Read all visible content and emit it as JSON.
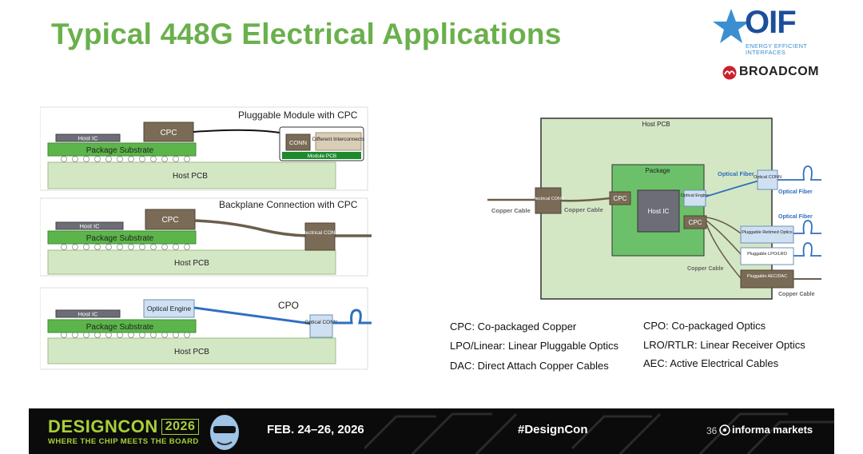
{
  "slide": {
    "title": "Typical 448G Electrical Applications",
    "logos": {
      "oif": "OIF",
      "oif_sub": "ENERGY EFFICIENT INTERFACES",
      "broadcom": "BROADCOM"
    },
    "colors": {
      "title_green": "#6ab04c",
      "pcb_green": "#cfe3c2",
      "substrate_green": "#5cb54a",
      "connector_brown": "#7a6b56",
      "package_green": "#6cc06a",
      "optic_blue": "#2f6fbf",
      "cable_brown": "#6b5f4c",
      "footer_green": "#a8cf3a"
    }
  },
  "left_diagrams": {
    "d1": {
      "heading": "Pluggable Module with CPC",
      "host_ic": "Host IC",
      "cpc": "CPC",
      "substrate": "Package Substrate",
      "host_pcb": "Host PCB",
      "conn": "CONN",
      "interconnects": "Different Interconnects",
      "module_pcb": "Module PCB"
    },
    "d2": {
      "heading": "Backplane Connection with CPC",
      "host_ic": "Host IC",
      "cpc": "CPC",
      "substrate": "Package Substrate",
      "host_pcb": "Host PCB",
      "elec_conn": "Electrical CONN"
    },
    "d3": {
      "heading": "CPO",
      "host_ic": "Host IC",
      "optical_engine": "Optical Engine",
      "substrate": "Package Substrate",
      "host_pcb": "Host PCB",
      "optical_conn": "Optical CONN"
    }
  },
  "right_diagram": {
    "host_pcb": "Host PCB",
    "package": "Package",
    "host_ic": "Host IC",
    "cpc_left": "CPC",
    "cpc_right": "CPC",
    "optical_engine": "Optical Engine",
    "electrical_conn": "Electrical CONN",
    "optical_conn": "Optical CONN",
    "copper_cable_outer": "Copper Cable",
    "copper_cable_inner": "Copper Cable",
    "optical_fiber_1": "Optical Fiber",
    "optical_fiber_2": "Optical Fiber",
    "optical_fiber_3": "Optical Fiber",
    "pluggable_retimed": "Pluggable Retimed Optics",
    "pluggable_lpo": "Pluggable LPO/LRO",
    "pluggable_aec": "Pluggable AEC/DAC",
    "copper_cable_inner2": "Copper Cable",
    "copper_cable_right": "Copper Cable"
  },
  "legend": {
    "cpc": "CPC: Co-packaged Copper",
    "lpo": "LPO/Linear: Linear Pluggable Optics",
    "dac": "DAC: Direct Attach Copper Cables",
    "cpo": "CPO: Co-packaged Optics",
    "lro": "LRO/RTLR: Linear Receiver Optics",
    "aec": "AEC: Active Electrical Cables"
  },
  "footer": {
    "logo": "DESIGNCON",
    "year": "2026",
    "tagline": "WHERE THE CHIP MEETS THE BOARD",
    "date": "FEB. 24–26, 2026",
    "hashtag": "#DesignCon",
    "page": "36",
    "sponsor": "informa markets"
  }
}
